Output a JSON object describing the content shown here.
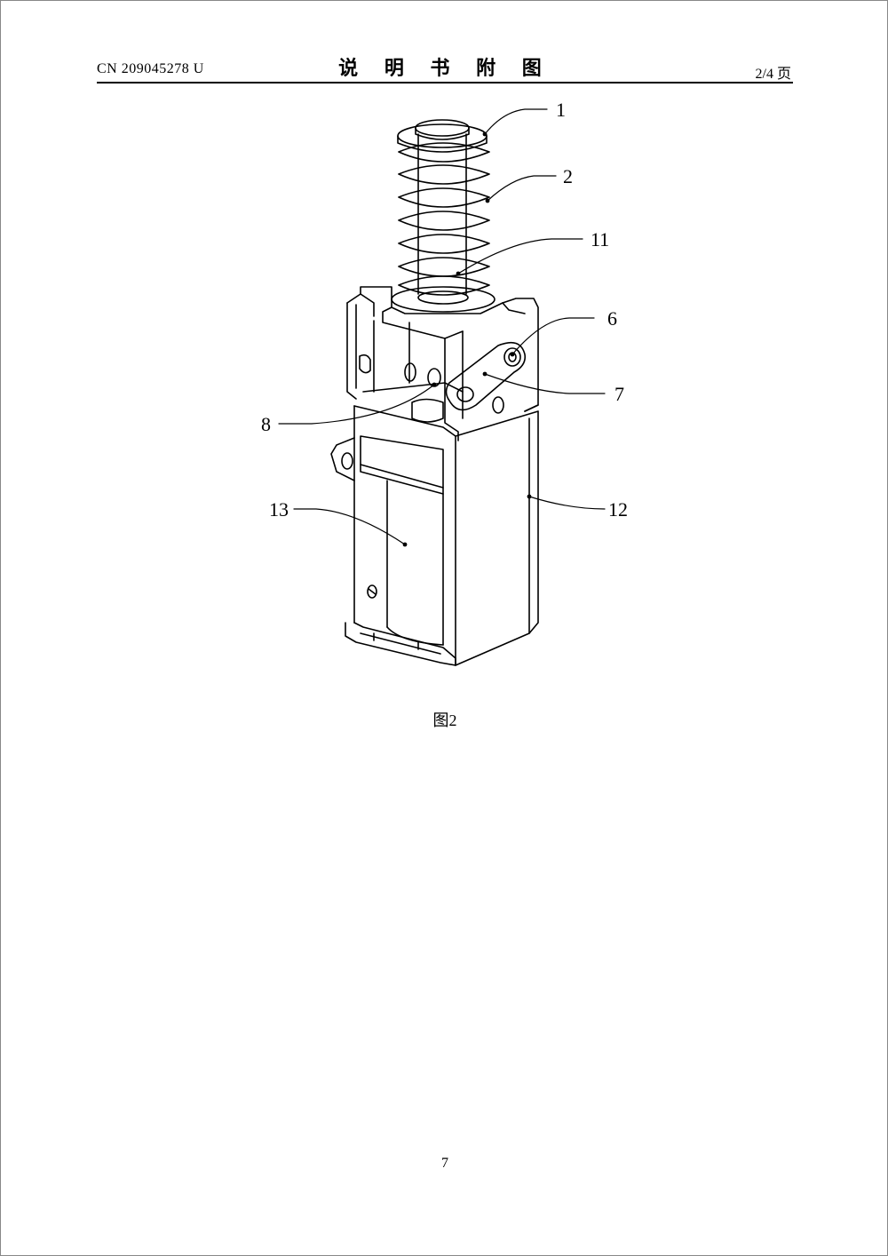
{
  "header": {
    "doc_number": "CN 209045278 U",
    "section_title": "说 明 书 附 图",
    "page_of": "2/4 页"
  },
  "figure": {
    "caption": "图2",
    "callouts": {
      "c1": "1",
      "c2": "2",
      "c11": "11",
      "c6": "6",
      "c7": "7",
      "c8": "8",
      "c13": "13",
      "c12": "12"
    }
  },
  "footer": {
    "page_number": "7"
  }
}
